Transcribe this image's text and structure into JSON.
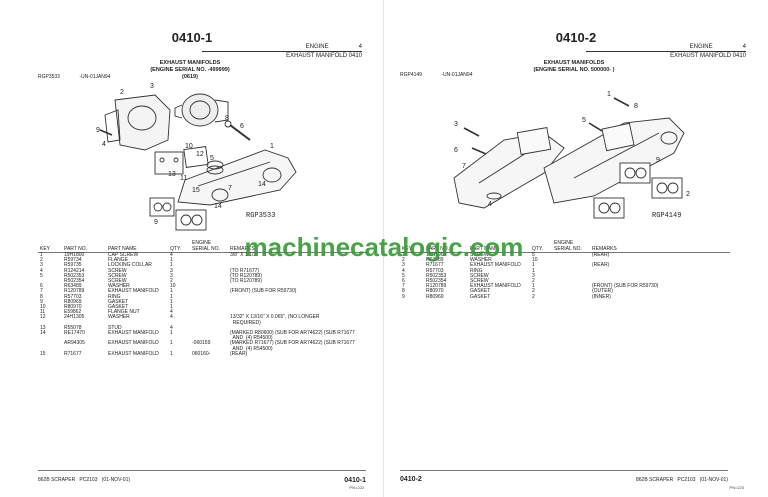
{
  "watermark": "machinecatalogic.com",
  "left": {
    "page_number": "0410-1",
    "section": "ENGINE",
    "section_no": "4",
    "subsection": "EXHAUST MANIFOLD 0410",
    "caption_line1": "EXHAUST MANIFOLDS",
    "caption_line2": "(ENGINE SERIAL NO.        -499999)",
    "caption_line3": "(0619)",
    "ref_code": "RGP3533",
    "ref_date": "-UN-01JAN94",
    "illus_code": "RGP3533",
    "callouts": [
      "3",
      "2",
      "9",
      "4",
      "8",
      "6",
      "10",
      "12",
      "5",
      "13",
      "11",
      "15",
      "14",
      "7",
      "1",
      "14",
      "9"
    ],
    "headers": {
      "key": "KEY",
      "part_no": "PART NO.",
      "part_name": "PART NAME",
      "qty": "QTY.",
      "serial": "ENGINE\nSERIAL NO.",
      "remarks": "REMARKS"
    },
    "rows": [
      {
        "key": "1",
        "part": "19H1800",
        "name": "CAP SCREW",
        "qty": "4",
        "serial": "",
        "remarks": "3/8\" X 1-1/2\""
      },
      {
        "key": "2",
        "part": "R59734",
        "name": "FLANGE",
        "qty": "1",
        "serial": "",
        "remarks": ""
      },
      {
        "key": "3",
        "part": "R59735",
        "name": "LOCKING COLLAR",
        "qty": "1",
        "serial": "",
        "remarks": ""
      },
      {
        "key": "4",
        "part": "R124214",
        "name": "SCREW",
        "qty": "3",
        "serial": "",
        "remarks": "(TO R71677)"
      },
      {
        "key": "5",
        "part": "R502353",
        "name": "SCREW",
        "qty": "3",
        "serial": "",
        "remarks": "(TO R120789)"
      },
      {
        "key": "",
        "part": "R502354",
        "name": "SCREW",
        "qty": "2",
        "serial": "",
        "remarks": "(TO R120789)"
      },
      {
        "key": "6",
        "part": "R63489",
        "name": "WASHER",
        "qty": "10",
        "serial": "",
        "remarks": ""
      },
      {
        "key": "7",
        "part": "R120789",
        "name": "EXHAUST MANIFOLD",
        "qty": "1",
        "serial": "",
        "remarks": "(FRONT) (SUB FOR R59730)"
      },
      {
        "key": "8",
        "part": "R57703",
        "name": "RING",
        "qty": "1",
        "serial": "",
        "remarks": ""
      },
      {
        "key": "9",
        "part": "R80969",
        "name": "GASKET",
        "qty": "1",
        "serial": "",
        "remarks": ""
      },
      {
        "key": "10",
        "part": "R80970",
        "name": "GASKET",
        "qty": "1",
        "serial": "",
        "remarks": ""
      },
      {
        "key": "11",
        "part": "E59862",
        "name": "FLANGE NUT",
        "qty": "4",
        "serial": "",
        "remarks": ""
      },
      {
        "key": "12",
        "part": "24H1305",
        "name": "WASHER",
        "qty": "4",
        "serial": "",
        "remarks": "13/32\" X 13/16\" X 0.065\", (NO LONGER\n  REQUIRED)"
      },
      {
        "key": "13",
        "part": "R55078",
        "name": "STUD",
        "qty": "4",
        "serial": "",
        "remarks": ""
      },
      {
        "key": "14",
        "part": "RE17470",
        "name": "EXHAUST MANIFOLD",
        "qty": "1",
        "serial": "",
        "remarks": "(MARKED R80600) (SUB FOR AR74622) (SUB R71677\n  AND  (4) R54500)"
      },
      {
        "key": "",
        "part": "AR94305",
        "name": "EXHAUST MANIFOLD",
        "qty": "1",
        "serial": "-060159",
        "remarks": "(MARKED R71677) (SUB FOR AR74622) (SUB R71677\n  AND  (4) R54500)"
      },
      {
        "key": "15",
        "part": "R71677",
        "name": "EXHAUST MANIFOLD",
        "qty": "1",
        "serial": "060160-",
        "remarks": "(REAR)"
      }
    ],
    "footer_model": "862B SCRAPER",
    "footer_code": "PC2103",
    "footer_date": "(01-NOV-01)",
    "footer_pn": "0410-1",
    "footer_sub": "PN=222"
  },
  "right": {
    "page_number": "0410-2",
    "section": "ENGINE",
    "section_no": "4",
    "subsection": "EXHAUST MANIFOLD 0410",
    "caption_line1": "EXHAUST MANIFOLDS",
    "caption_line2": "(ENGINE SERIAL NO. 500000-      )",
    "ref_code": "RGP4149",
    "ref_date": "-UN-01JAN94",
    "illus_code": "RGP4149",
    "callouts": [
      "1",
      "8",
      "5",
      "3",
      "7",
      "4",
      "6",
      "2",
      "9"
    ],
    "headers": {
      "key": "KEY",
      "part_no": "PART NO.",
      "part_name": "PART NAME",
      "qty": "QTY.",
      "serial": "ENGINE\nSERIAL NO.",
      "remarks": "REMARKS"
    },
    "rows": [
      {
        "key": "1",
        "part": "19H1900",
        "name": "SCREW",
        "qty": "5",
        "serial": "",
        "remarks": "(REAR)"
      },
      {
        "key": "2",
        "part": "R63489",
        "name": "WASHER",
        "qty": "10",
        "serial": "",
        "remarks": ""
      },
      {
        "key": "3",
        "part": "R71677",
        "name": "EXHAUST MANIFOLD",
        "qty": "1",
        "serial": "",
        "remarks": "(REAR)"
      },
      {
        "key": "4",
        "part": "R57703",
        "name": "RING",
        "qty": "1",
        "serial": "",
        "remarks": ""
      },
      {
        "key": "5",
        "part": "R502353",
        "name": "SCREW",
        "qty": "3",
        "serial": "",
        "remarks": ""
      },
      {
        "key": "6",
        "part": "R502354",
        "name": "SCREW",
        "qty": "2",
        "serial": "",
        "remarks": ""
      },
      {
        "key": "7",
        "part": "R120789",
        "name": "EXHAUST MANIFOLD",
        "qty": "1",
        "serial": "",
        "remarks": "(FRONT) (SUB FOR R59730)"
      },
      {
        "key": "8",
        "part": "R80970",
        "name": "GASKET",
        "qty": "2",
        "serial": "",
        "remarks": "(OUTER)"
      },
      {
        "key": "9",
        "part": "R80969",
        "name": "GASKET",
        "qty": "2",
        "serial": "",
        "remarks": "(INNER)"
      }
    ],
    "footer_pn": "0410-2",
    "footer_model": "862B SCRAPER",
    "footer_code": "PC2103",
    "footer_date": "(01-NOV-01)",
    "footer_sub": "PN=223"
  }
}
